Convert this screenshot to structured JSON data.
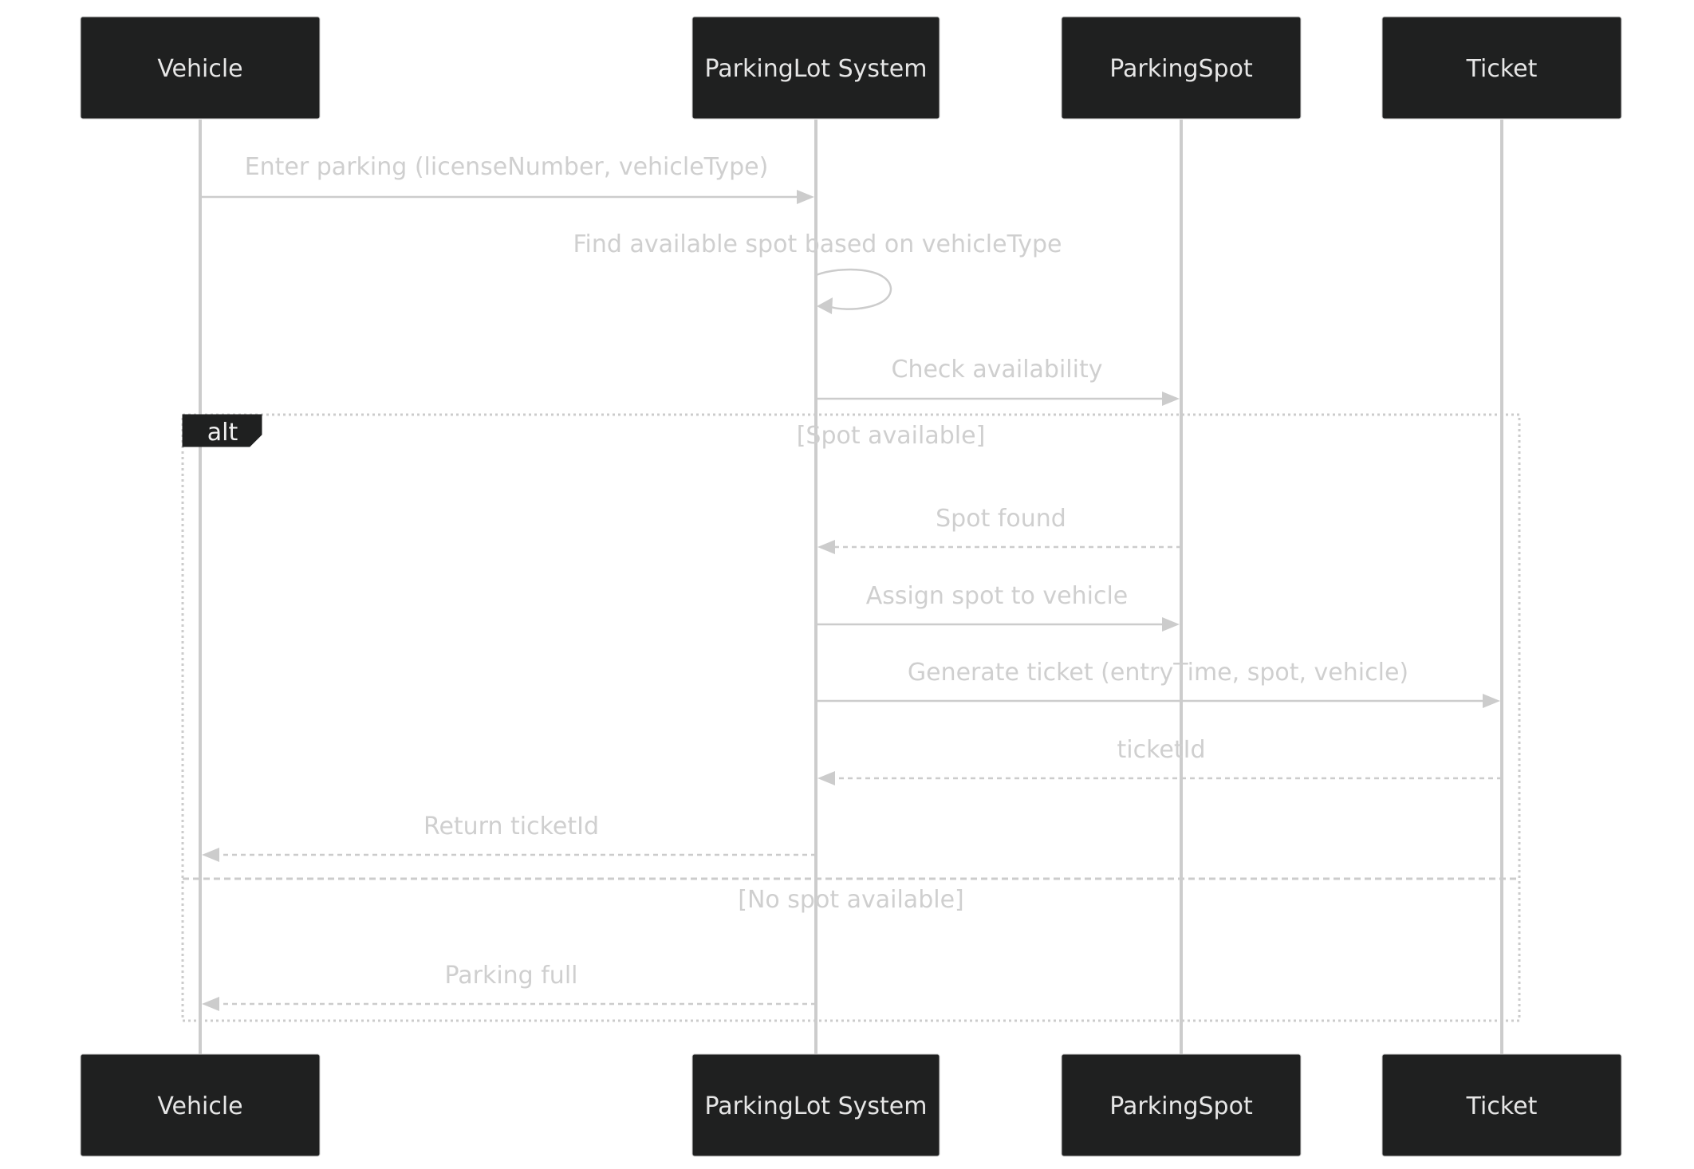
{
  "colors": {
    "actor_fill": "#1f2020",
    "line": "#cccccc",
    "text": "#cfcfcf"
  },
  "actors": [
    {
      "id": "vehicle",
      "label": "Vehicle"
    },
    {
      "id": "system",
      "label": "ParkingLot System"
    },
    {
      "id": "spot",
      "label": "ParkingSpot"
    },
    {
      "id": "ticket",
      "label": "Ticket"
    }
  ],
  "messages": [
    {
      "from": "vehicle",
      "to": "system",
      "label": "Enter parking (licenseNumber, vehicleType)",
      "style": "solid"
    },
    {
      "from": "system",
      "to": "system",
      "label": "Find available spot based on vehicleType",
      "style": "solid"
    },
    {
      "from": "system",
      "to": "spot",
      "label": "Check availability",
      "style": "solid"
    },
    {
      "from": "spot",
      "to": "system",
      "label": "Spot found",
      "style": "dashed"
    },
    {
      "from": "system",
      "to": "spot",
      "label": "Assign spot to vehicle",
      "style": "solid"
    },
    {
      "from": "system",
      "to": "ticket",
      "label": "Generate ticket (entryTime, spot, vehicle)",
      "style": "solid"
    },
    {
      "from": "ticket",
      "to": "system",
      "label": "ticketId",
      "style": "dashed"
    },
    {
      "from": "system",
      "to": "vehicle",
      "label": "Return ticketId",
      "style": "dashed"
    },
    {
      "from": "system",
      "to": "vehicle",
      "label": "Parking full",
      "style": "dashed"
    }
  ],
  "alt_frame": {
    "label": "alt",
    "conditions": [
      "[Spot available]",
      "[No spot available]"
    ]
  }
}
